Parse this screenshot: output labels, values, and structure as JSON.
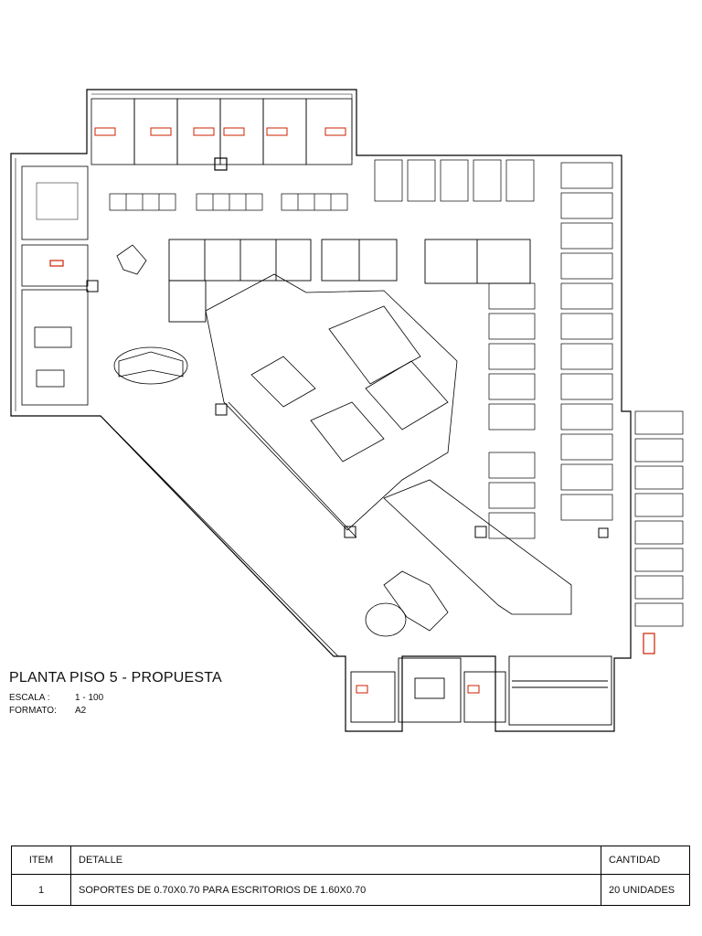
{
  "plan": {
    "title": "PLANTA PISO 5 - PROPUESTA",
    "scale_label": "ESCALA :",
    "scale_value": "1 - 100",
    "format_label": "FORMATO:",
    "format_value": "A2",
    "line_color": "#000000",
    "accent_color": "#cc2200"
  },
  "table": {
    "headers": {
      "item": "ITEM",
      "detail": "DETALLE",
      "quantity": "CANTIDAD"
    },
    "rows": [
      {
        "item": "1",
        "detail": "SOPORTES DE 0.70X0.70 PARA ESCRITORIOS DE 1.60X0.70",
        "quantity": "20 UNIDADES"
      }
    ]
  }
}
